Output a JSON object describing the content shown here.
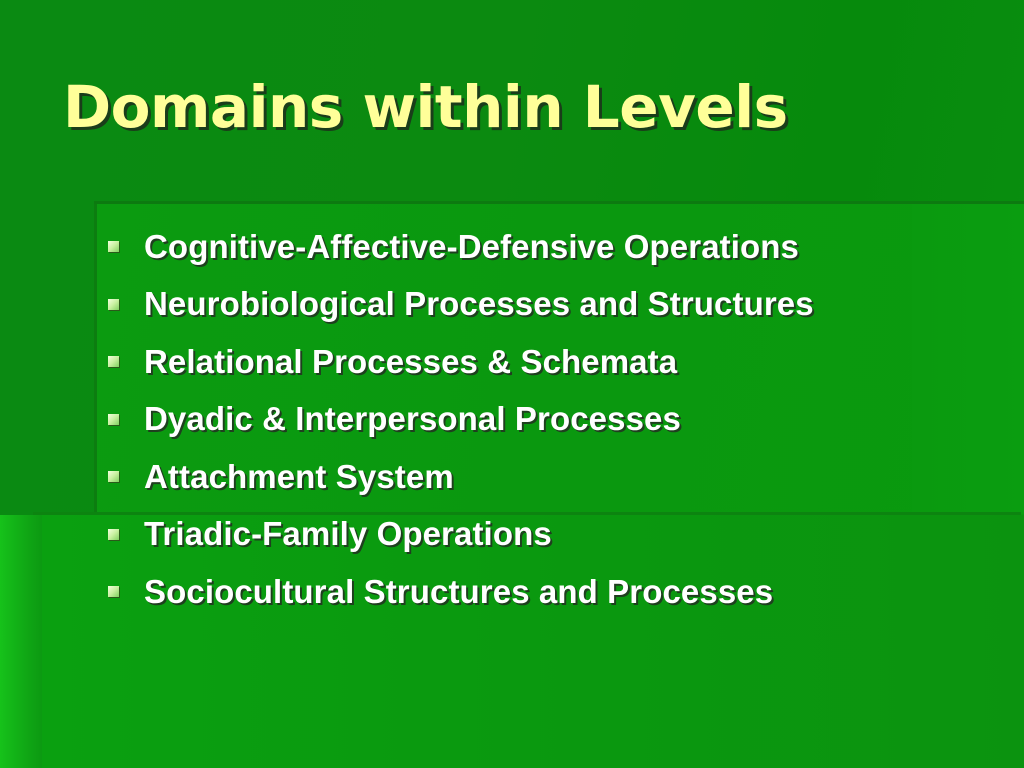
{
  "slide": {
    "title": "Domains within Levels",
    "bullets": [
      "Cognitive-Affective-Defensive Operations",
      "Neurobiological Processes and Structures",
      "Relational Processes & Schemata",
      "Dyadic & Interpersonal Processes",
      "Attachment System",
      "Triadic-Family Operations",
      "Sociocultural Structures and Processes"
    ],
    "colors": {
      "background": "#0a8a12",
      "title": "#ffff99",
      "text": "#ffffff",
      "bullet": "#c8f0a0"
    },
    "bullet_icon": "square-bullet-icon"
  }
}
